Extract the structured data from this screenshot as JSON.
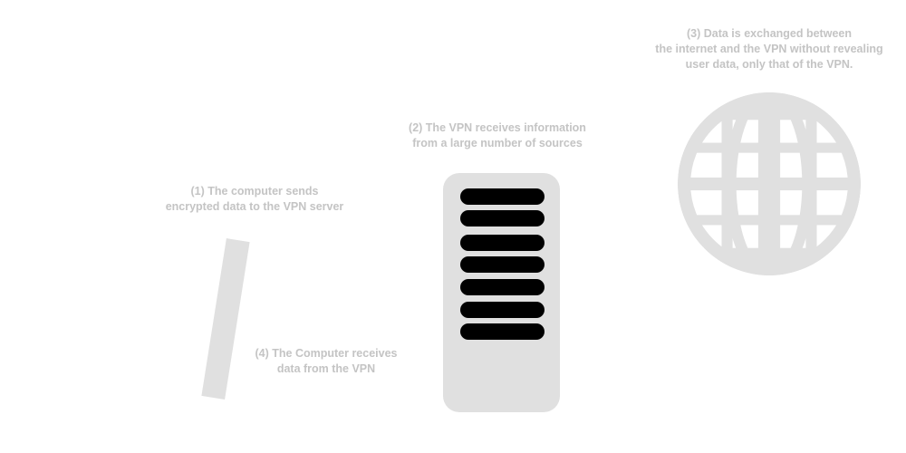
{
  "steps": {
    "step1": {
      "line1": "(1) The computer sends",
      "line2": "encrypted data to the VPN server"
    },
    "step2": {
      "line1": "(2) The VPN receives information",
      "line2": "from a large number of sources"
    },
    "step3": {
      "line1": "(3) Data is exchanged between",
      "line2": "the internet and the VPN without revealing",
      "line3": "user data, only that of the VPN."
    },
    "step4": {
      "line1": "(4) The Computer receives",
      "line2": "data from the VPN"
    }
  },
  "icons": {
    "computer": "computer-icon",
    "server": "server-icon",
    "internet": "globe-icon"
  },
  "colors": {
    "caption": "#c4c4c4",
    "shape_fill": "#e0e0e0",
    "server_slot": "#000000",
    "background": "#ffffff"
  }
}
